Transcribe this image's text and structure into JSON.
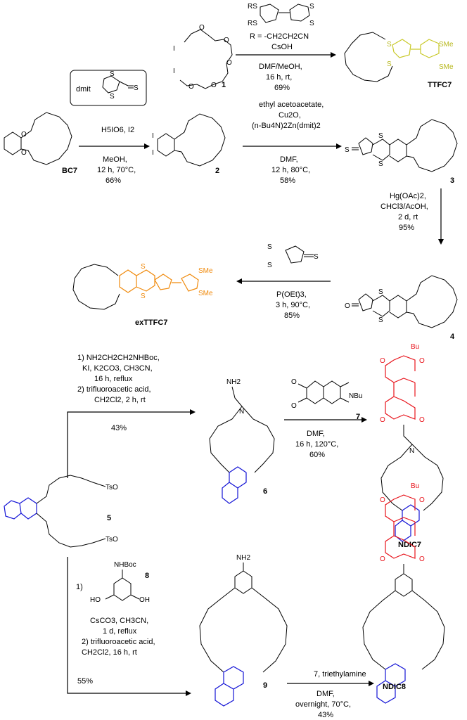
{
  "colors": {
    "tetrathiafulvalene_yellow": "#c9c92a",
    "extended_orange": "#f08a0c",
    "naphthalene_blue": "#1515d6",
    "diimide_red": "#e8141c"
  },
  "dmit_box": {
    "label": "dmit"
  },
  "reaction1": {
    "reagent_R_def": "R = -CH2CH2CN",
    "reagent_base": "CsOH",
    "cond_solvent": "DMF/MeOH,",
    "cond_time": "16 h, rt,",
    "yield": "69%"
  },
  "reaction2": {
    "reagents": "H5IO6, I2",
    "cond_solvent": "MeOH,",
    "cond_time": "12 h, 70°C,",
    "yield": "66%"
  },
  "reaction3": {
    "line1": "ethyl acetoacetate,",
    "line2": "Cu2O,",
    "line3": "(n-Bu4N)2Zn(dmit)2",
    "cond_solvent": "DMF,",
    "cond_time": "12 h, 80°C,",
    "yield": "58%"
  },
  "reaction4": {
    "line1": "Hg(OAc)2,",
    "line2": "CHCl3/AcOH,",
    "line3": "2 d, rt",
    "yield": "95%"
  },
  "reaction5": {
    "reagent2": "P(OEt)3,",
    "cond_time": "3 h, 90°C,",
    "yield": "85%"
  },
  "reaction6": {
    "line1": "1) NH2CH2CH2NHBoc,",
    "line2": "KI, K2CO3, CH3CN,",
    "line3": "16 h, reflux",
    "line4": "2) trifluoroacetic acid,",
    "line5": "CH2Cl2, 2 h, rt",
    "yield": "43%"
  },
  "reaction7": {
    "reagent_label": "7",
    "cond_solvent": "DMF,",
    "cond_time": "16 h, 120°C,",
    "yield": "60%"
  },
  "reaction8": {
    "step1": "1)",
    "line1": "CsCO3, CH3CN,",
    "line2": "1 d, reflux",
    "line3": "2) trifluoroacetic acid,",
    "line4": "CH2Cl2, 16 h, rt",
    "yield": "55%"
  },
  "reaction9": {
    "reagent": "7, triethylamine",
    "cond_solvent": "DMF,",
    "cond_time": "overnight, 70°C,",
    "yield": "43%"
  },
  "compounds": {
    "c1": "1",
    "ttfc7": "TTFC7",
    "bc7": "BC7",
    "c2": "2",
    "c3": "3",
    "c4": "4",
    "exttfc7": "exTTFC7",
    "c5": "5",
    "c6": "6",
    "ndic7": "NDIC7",
    "c7": "7",
    "c8": "8",
    "c9": "9",
    "ndic8": "NDIC8"
  },
  "atoms": {
    "RS": "RS",
    "S": "S",
    "SMe": "SMe",
    "I": "I",
    "O": "O",
    "N": "N",
    "NH2": "NH2",
    "NBu": "NBu",
    "Bu": "Bu",
    "TsO": "TsO",
    "NHBoc": "NHBoc",
    "HO": "HO",
    "OH": "OH"
  }
}
